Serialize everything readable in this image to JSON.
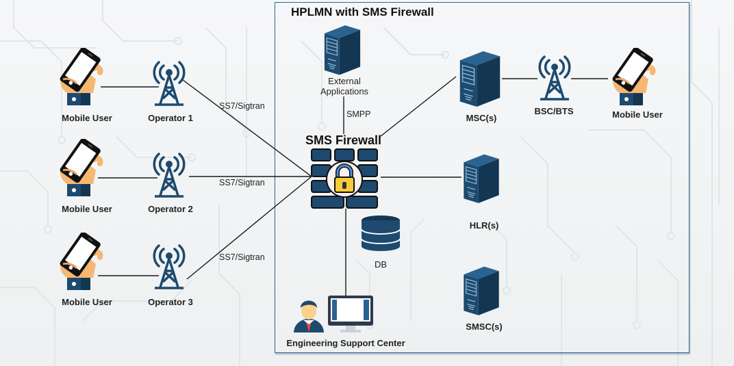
{
  "title": "HPLMN with SMS Firewall",
  "colors": {
    "navy": "#1d4a6e",
    "navy_dark": "#133652",
    "border": "#2f6a8e",
    "skin": "#f6b773",
    "lock_yellow": "#f5cc3a",
    "wire": "#1a1a1a"
  },
  "left_rows": [
    {
      "user_label": "Mobile User",
      "operator_label": "Operator 1",
      "link_label": "SS7/Sigtran",
      "user_icon": "mobile-hand-icon",
      "operator_icon": "cell-tower-icon"
    },
    {
      "user_label": "Mobile User",
      "operator_label": "Operator 2",
      "link_label": "SS7/Sigtran",
      "user_icon": "mobile-hand-icon",
      "operator_icon": "cell-tower-icon"
    },
    {
      "user_label": "Mobile User",
      "operator_label": "Operator 3",
      "link_label": "SS7/Sigtran",
      "user_icon": "mobile-hand-icon",
      "operator_icon": "cell-tower-icon"
    }
  ],
  "nodes": {
    "external_apps": {
      "label_line1": "External",
      "label_line2": "Applications",
      "icon": "server-icon"
    },
    "smpp": {
      "label": "SMPP"
    },
    "firewall": {
      "label": "SMS Firewall",
      "icon": "firewall-lock-icon"
    },
    "db": {
      "label": "DB",
      "icon": "database-icon"
    },
    "support": {
      "label": "Engineering Support Center",
      "icon": "support-agent-monitor-icon"
    },
    "msc": {
      "label": "MSC(s)",
      "icon": "server-icon"
    },
    "bsc": {
      "label": "BSC/BTS",
      "icon": "cell-tower-icon"
    },
    "right_user": {
      "label": "Mobile User",
      "icon": "mobile-hand-icon"
    },
    "hlr": {
      "label": "HLR(s)",
      "icon": "server-icon"
    },
    "smsc": {
      "label": "SMSC(s)",
      "icon": "server-icon"
    }
  }
}
